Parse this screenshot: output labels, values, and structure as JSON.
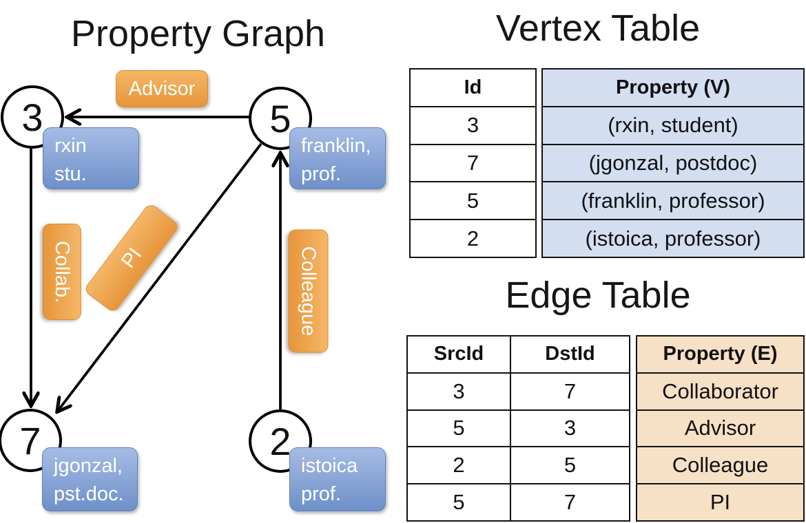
{
  "colors": {
    "edge_label_orange_top": "#F4B768",
    "edge_label_orange_bottom": "#E7953A",
    "vertex_box_blue_top": "#A6BCE5",
    "vertex_box_blue_bottom": "#6E90C9",
    "vertex_table_fill": "#D3DEF1",
    "edge_table_fill": "#F6E0C6",
    "line_color": "#000000"
  },
  "graph": {
    "title": "Property Graph",
    "nodes": [
      {
        "id": "3"
      },
      {
        "id": "5"
      },
      {
        "id": "7"
      },
      {
        "id": "2"
      }
    ],
    "property_boxes": [
      {
        "line1": "rxin",
        "line2": "stu."
      },
      {
        "line1": "franklin,",
        "line2": "prof."
      },
      {
        "line1": "jgonzal,",
        "line2": "pst.doc."
      },
      {
        "line1": "istoica",
        "line2": "prof."
      }
    ],
    "edge_labels": [
      {
        "label": "Advisor"
      },
      {
        "label": "Collab."
      },
      {
        "label": "PI"
      },
      {
        "label": "Colleague"
      }
    ]
  },
  "vertex_table": {
    "title": "Vertex Table",
    "headers": [
      "Id",
      "Property (V)"
    ],
    "rows": [
      [
        "3",
        "(rxin, student)"
      ],
      [
        "7",
        "(jgonzal, postdoc)"
      ],
      [
        "5",
        "(franklin, professor)"
      ],
      [
        "2",
        "(istoica, professor)"
      ]
    ]
  },
  "edge_table": {
    "title": "Edge Table",
    "headers": [
      "SrcId",
      "DstId",
      "Property (E)"
    ],
    "rows": [
      [
        "3",
        "7",
        "Collaborator"
      ],
      [
        "5",
        "3",
        "Advisor"
      ],
      [
        "2",
        "5",
        "Colleague"
      ],
      [
        "5",
        "7",
        "PI"
      ]
    ]
  }
}
